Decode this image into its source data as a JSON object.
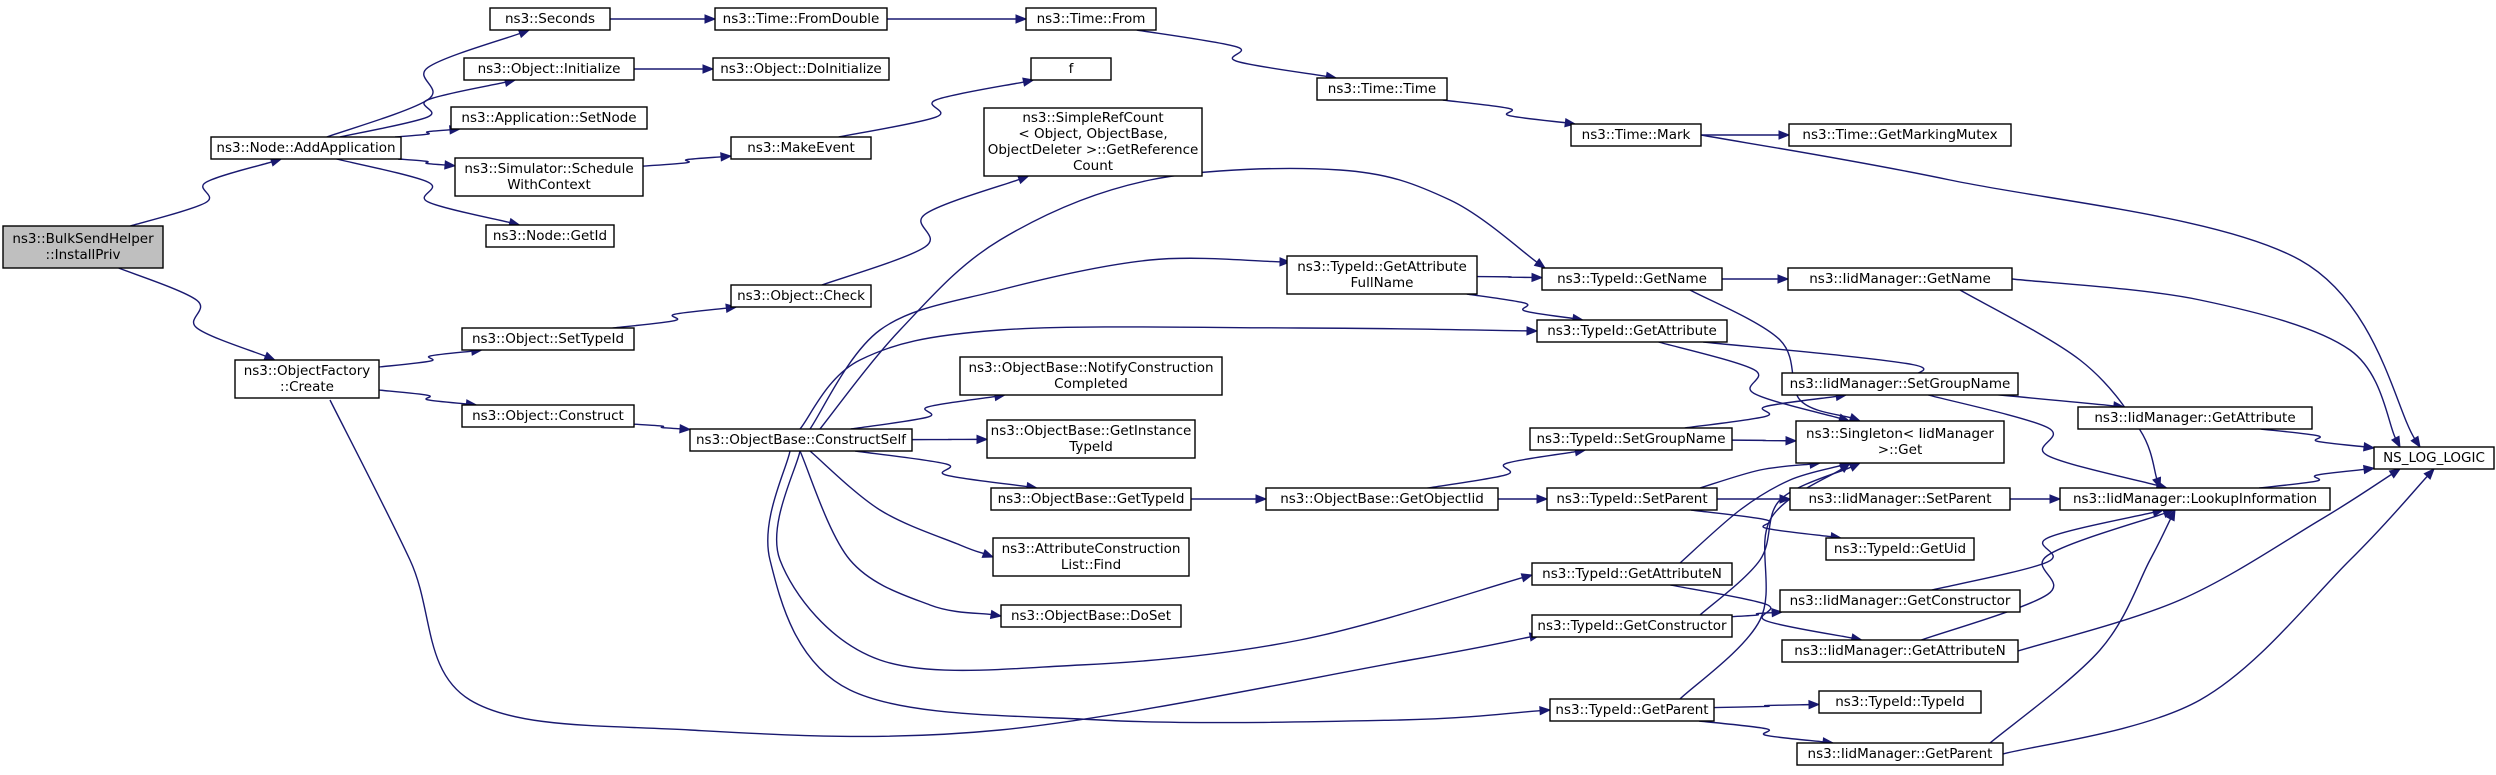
{
  "colors": {
    "edge": "#191970",
    "node_border": "#000000",
    "node_fill": "#ffffff",
    "root_fill": "#bfbfbf",
    "background": "#ffffff"
  },
  "nodes": {
    "installpriv": [
      "ns3::BulkSendHelper",
      "::InstallPriv"
    ],
    "addapplication": [
      "ns3::Node::AddApplication"
    ],
    "objectfactory_create": [
      "ns3::ObjectFactory",
      "::Create"
    ],
    "seconds": [
      "ns3::Seconds"
    ],
    "object_initialize": [
      "ns3::Object::Initialize"
    ],
    "application_setnode": [
      "ns3::Application::SetNode"
    ],
    "simulator_schedule": [
      "ns3::Simulator::Schedule",
      "WithContext"
    ],
    "node_getid": [
      "ns3::Node::GetId"
    ],
    "object_settypeid": [
      "ns3::Object::SetTypeId"
    ],
    "object_construct": [
      "ns3::Object::Construct"
    ],
    "time_fromdouble": [
      "ns3::Time::FromDouble"
    ],
    "object_doinitialize": [
      "ns3::Object::DoInitialize"
    ],
    "makeevent": [
      "ns3::MakeEvent"
    ],
    "object_check": [
      "ns3::Object::Check"
    ],
    "constructself": [
      "ns3::ObjectBase::ConstructSelf"
    ],
    "time_from": [
      "ns3::Time::From"
    ],
    "f": [
      "f"
    ],
    "simplerefcount": [
      "ns3::SimpleRefCount",
      "< Object, ObjectBase,",
      "ObjectDeleter >::GetReference",
      "Count"
    ],
    "notifyconstruction": [
      "ns3::ObjectBase::NotifyConstruction",
      "Completed"
    ],
    "getinstancetypeid": [
      "ns3::ObjectBase::GetInstance",
      "TypeId"
    ],
    "objectbase_gettypeid": [
      "ns3::ObjectBase::GetTypeId"
    ],
    "attributeconstructionlist_find": [
      "ns3::AttributeConstruction",
      "List::Find"
    ],
    "objectbase_doset": [
      "ns3::ObjectBase::DoSet"
    ],
    "time_time": [
      "ns3::Time::Time"
    ],
    "getattributefullname": [
      "ns3::TypeId::GetAttribute",
      "FullName"
    ],
    "getobjectiid": [
      "ns3::ObjectBase::GetObjectIid"
    ],
    "time_mark": [
      "ns3::Time::Mark"
    ],
    "typeid_getname": [
      "ns3::TypeId::GetName"
    ],
    "typeid_getattribute": [
      "ns3::TypeId::GetAttribute"
    ],
    "typeid_setgroupname": [
      "ns3::TypeId::SetGroupName"
    ],
    "typeid_setparent": [
      "ns3::TypeId::SetParent"
    ],
    "typeid_getattributen": [
      "ns3::TypeId::GetAttributeN"
    ],
    "typeid_getconstructor": [
      "ns3::TypeId::GetConstructor"
    ],
    "typeid_getparent": [
      "ns3::TypeId::GetParent"
    ],
    "getmarkingmutex": [
      "ns3::Time::GetMarkingMutex"
    ],
    "iid_getname": [
      "ns3::IidManager::GetName"
    ],
    "iid_setgroupname": [
      "ns3::IidManager::SetGroupName"
    ],
    "singleton_get": [
      "ns3::Singleton< IidManager",
      ">::Get"
    ],
    "iid_setparent": [
      "ns3::IidManager::SetParent"
    ],
    "typeid_getuid": [
      "ns3::TypeId::GetUid"
    ],
    "iid_getconstructor": [
      "ns3::IidManager::GetConstructor"
    ],
    "iid_getattributen": [
      "ns3::IidManager::GetAttributeN"
    ],
    "typeid_typeid": [
      "ns3::TypeId::TypeId"
    ],
    "iid_getparent": [
      "ns3::IidManager::GetParent"
    ],
    "iid_getattribute": [
      "ns3::IidManager::GetAttribute"
    ],
    "iid_lookupinformation": [
      "ns3::IidManager::LookupInformation"
    ],
    "ns_log_logic": [
      "NS_LOG_LOGIC"
    ]
  },
  "edges": [
    [
      "installpriv",
      "addapplication"
    ],
    [
      "installpriv",
      "objectfactory_create"
    ],
    [
      "addapplication",
      "seconds"
    ],
    [
      "addapplication",
      "object_initialize"
    ],
    [
      "addapplication",
      "application_setnode"
    ],
    [
      "addapplication",
      "simulator_schedule"
    ],
    [
      "addapplication",
      "node_getid"
    ],
    [
      "seconds",
      "time_fromdouble"
    ],
    [
      "time_fromdouble",
      "time_from"
    ],
    [
      "time_from",
      "time_time"
    ],
    [
      "time_time",
      "time_mark"
    ],
    [
      "time_mark",
      "getmarkingmutex"
    ],
    [
      "time_mark",
      "ns_log_logic"
    ],
    [
      "object_initialize",
      "object_doinitialize"
    ],
    [
      "simulator_schedule",
      "makeevent"
    ],
    [
      "makeevent",
      "f"
    ],
    [
      "objectfactory_create",
      "object_settypeid"
    ],
    [
      "objectfactory_create",
      "object_construct"
    ],
    [
      "objectfactory_create",
      "typeid_getconstructor"
    ],
    [
      "object_settypeid",
      "object_check"
    ],
    [
      "object_check",
      "simplerefcount"
    ],
    [
      "object_construct",
      "constructself"
    ],
    [
      "constructself",
      "getattributefullname"
    ],
    [
      "constructself",
      "typeid_getname"
    ],
    [
      "constructself",
      "typeid_getattribute"
    ],
    [
      "constructself",
      "notifyconstruction"
    ],
    [
      "constructself",
      "getinstancetypeid"
    ],
    [
      "constructself",
      "objectbase_gettypeid"
    ],
    [
      "constructself",
      "attributeconstructionlist_find"
    ],
    [
      "constructself",
      "objectbase_doset"
    ],
    [
      "constructself",
      "typeid_getattributen"
    ],
    [
      "constructself",
      "typeid_getparent"
    ],
    [
      "getattributefullname",
      "typeid_getname"
    ],
    [
      "getattributefullname",
      "typeid_getattribute"
    ],
    [
      "objectbase_gettypeid",
      "getobjectiid"
    ],
    [
      "getobjectiid",
      "typeid_setgroupname"
    ],
    [
      "getobjectiid",
      "typeid_setparent"
    ],
    [
      "typeid_getname",
      "iid_getname"
    ],
    [
      "typeid_getname",
      "singleton_get"
    ],
    [
      "typeid_getattribute",
      "iid_getattribute"
    ],
    [
      "typeid_getattribute",
      "singleton_get"
    ],
    [
      "typeid_setgroupname",
      "iid_setgroupname"
    ],
    [
      "typeid_setgroupname",
      "singleton_get"
    ],
    [
      "typeid_setparent",
      "singleton_get"
    ],
    [
      "typeid_setparent",
      "iid_setparent"
    ],
    [
      "typeid_setparent",
      "typeid_getuid"
    ],
    [
      "typeid_getattributen",
      "singleton_get"
    ],
    [
      "typeid_getattributen",
      "iid_getattributen"
    ],
    [
      "typeid_getconstructor",
      "singleton_get"
    ],
    [
      "typeid_getconstructor",
      "iid_getconstructor"
    ],
    [
      "typeid_getparent",
      "singleton_get"
    ],
    [
      "typeid_getparent",
      "typeid_typeid"
    ],
    [
      "typeid_getparent",
      "iid_getparent"
    ],
    [
      "iid_getname",
      "iid_lookupinformation"
    ],
    [
      "iid_getname",
      "ns_log_logic"
    ],
    [
      "iid_setgroupname",
      "iid_lookupinformation"
    ],
    [
      "iid_setparent",
      "iid_lookupinformation"
    ],
    [
      "iid_getconstructor",
      "iid_lookupinformation"
    ],
    [
      "iid_getattributen",
      "iid_lookupinformation"
    ],
    [
      "iid_getattributen",
      "ns_log_logic"
    ],
    [
      "iid_getparent",
      "iid_lookupinformation"
    ],
    [
      "iid_getparent",
      "ns_log_logic"
    ],
    [
      "iid_getattribute",
      "ns_log_logic"
    ],
    [
      "iid_lookupinformation",
      "ns_log_logic"
    ]
  ]
}
